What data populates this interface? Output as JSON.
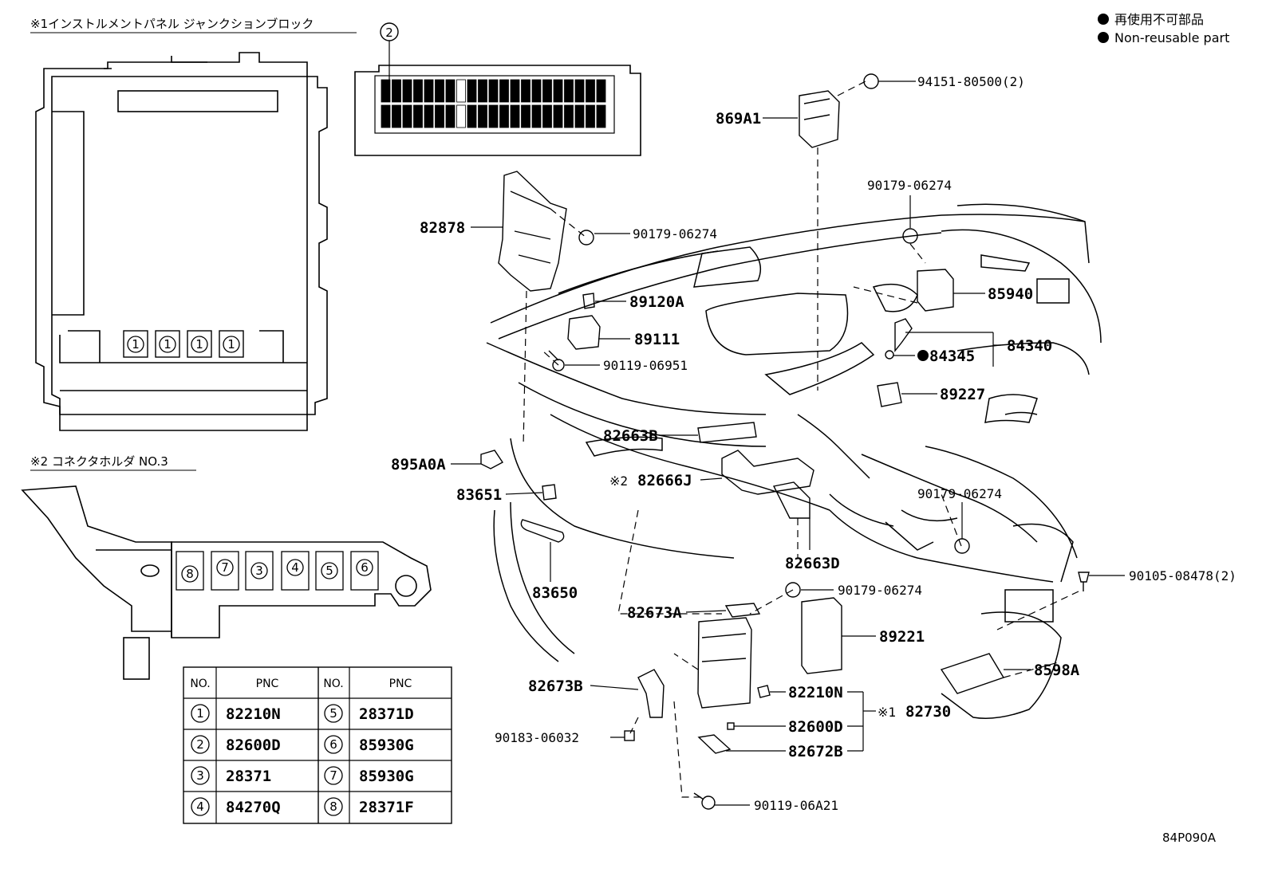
{
  "legend": {
    "japanese": "再使用不可部品",
    "english": "Non-reusable part"
  },
  "inset1_title": "※1インストルメントパネル ジャンクションブロック",
  "inset2_title": "※2 コネクタホルダ NO.3",
  "inset1_callout": "2",
  "inset1_connectors": [
    "1",
    "1",
    "1",
    "1"
  ],
  "inset2_connectors": [
    "8",
    "7",
    "3",
    "4",
    "5",
    "6"
  ],
  "table": {
    "headers": [
      "NO.",
      "PNC",
      "NO.",
      "PNC"
    ],
    "rows": [
      {
        "no1": "1",
        "pnc1": "82210N",
        "no2": "5",
        "pnc2": "28371D"
      },
      {
        "no1": "2",
        "pnc1": "82600D",
        "no2": "6",
        "pnc2": "85930G"
      },
      {
        "no1": "3",
        "pnc1": "28371",
        "no2": "7",
        "pnc2": "85930G"
      },
      {
        "no1": "4",
        "pnc1": "84270Q",
        "no2": "8",
        "pnc2": "28371F"
      }
    ]
  },
  "parts": {
    "p94151": "94151-80500(2)",
    "p869A1": "869A1",
    "p90179a": "90179-06274",
    "p82878": "82878",
    "p90179b": "90179-06274",
    "p85940": "85940",
    "p89120A": "89120A",
    "p89111": "89111",
    "p84340": "84340",
    "p84345": "84345",
    "p90119a": "90119-06951",
    "p89227": "89227",
    "p82663B": "82663B",
    "p895A0A": "895A0A",
    "p82666J": "82666J",
    "p82666J_mark": "※2",
    "p83651": "83651",
    "p90179c": "90179-06274",
    "p82663D": "82663D",
    "p83650": "83650",
    "p90179d": "90179-06274",
    "p90105": "90105-08478(2)",
    "p82673A": "82673A",
    "p89221": "89221",
    "p8598A": "8598A",
    "p82673B": "82673B",
    "p82210N": "82210N",
    "p82730": "82730",
    "p82730_mark": "※1",
    "p90183": "90183-06032",
    "p82600D": "82600D",
    "p82672B": "82672B",
    "p90119b": "90119-06A21"
  },
  "figure_id": "84P090A"
}
